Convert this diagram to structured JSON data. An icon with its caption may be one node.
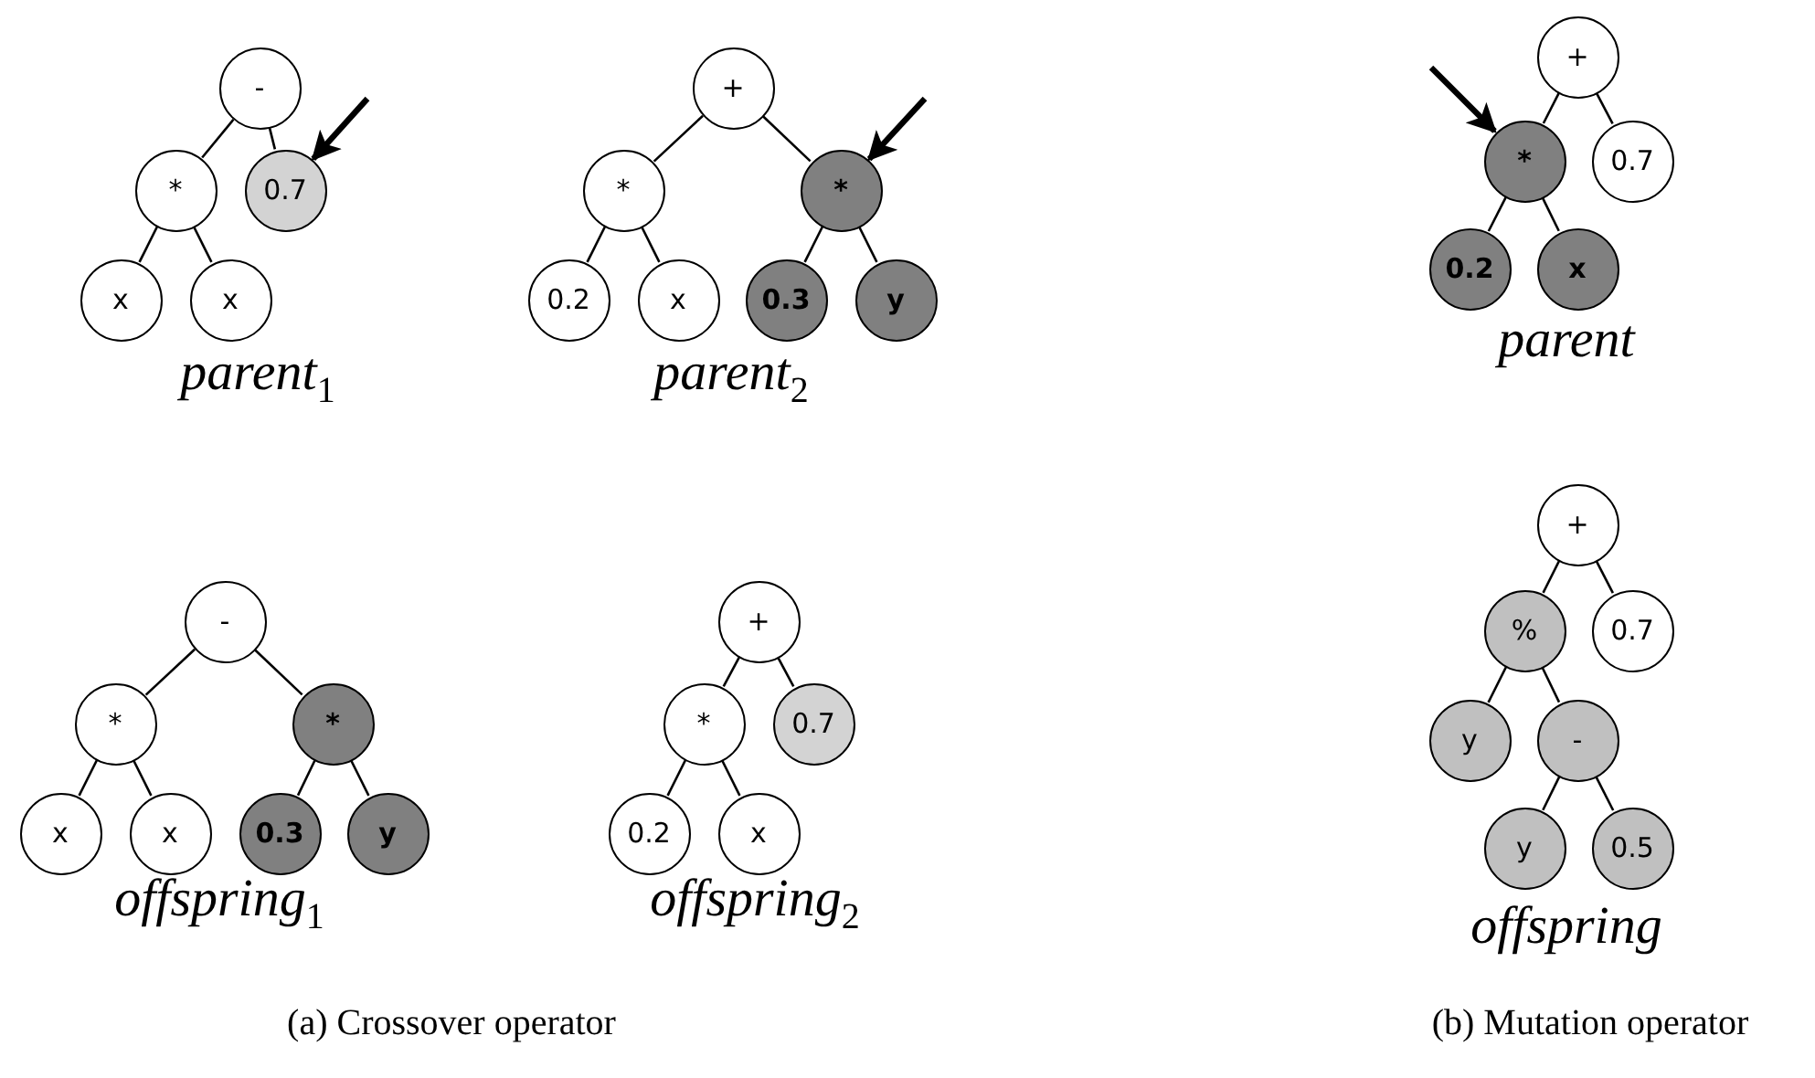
{
  "diagram": {
    "nodes": [
      {
        "text": [
          "-"
        ]
      },
      {
        "text": [
          "*"
        ]
      },
      {
        "text": [
          "0.7"
        ]
      },
      {
        "text": [
          "x"
        ]
      },
      {
        "text": [
          "x"
        ]
      },
      {
        "text": [
          "+"
        ]
      },
      {
        "text": [
          "*"
        ]
      },
      {
        "text": [
          "*"
        ]
      },
      {
        "text": [
          "0.2"
        ]
      },
      {
        "text": [
          "x"
        ]
      },
      {
        "text": [
          "0.3"
        ]
      },
      {
        "text": [
          "y"
        ]
      },
      {
        "text": [
          "-"
        ]
      },
      {
        "text": [
          "*"
        ]
      },
      {
        "text": [
          "*"
        ]
      },
      {
        "text": [
          "x"
        ]
      },
      {
        "text": [
          "x"
        ]
      },
      {
        "text": [
          "0.3"
        ]
      },
      {
        "text": [
          "y"
        ]
      },
      {
        "text": [
          "+"
        ]
      },
      {
        "text": [
          "*"
        ]
      },
      {
        "text": [
          "0.7"
        ]
      },
      {
        "text": [
          "0.2"
        ]
      },
      {
        "text": [
          "x"
        ]
      },
      {
        "text": [
          "+"
        ]
      },
      {
        "text": [
          "*"
        ]
      },
      {
        "text": [
          "0.7"
        ]
      },
      {
        "text": [
          "0.2"
        ]
      },
      {
        "text": [
          "x"
        ]
      },
      {
        "text": [
          "+"
        ]
      },
      {
        "text": [
          "%"
        ]
      },
      {
        "text": [
          "0.7"
        ]
      },
      {
        "text": [
          "y"
        ]
      },
      {
        "text": [
          "-"
        ]
      },
      {
        "text": [
          "y"
        ]
      },
      {
        "text": [
          "0.5"
        ]
      }
    ],
    "edges": [
      {
        "from": 0,
        "to": 1,
        "arrow": "none"
      },
      {
        "from": 0,
        "to": 2,
        "arrow": "none"
      },
      {
        "from": 1,
        "to": 3,
        "arrow": "none"
      },
      {
        "from": 1,
        "to": 4,
        "arrow": "none"
      },
      {
        "from": null,
        "to": 2,
        "arrow": "to",
        "style": "thick"
      },
      {
        "from": 5,
        "to": 6,
        "arrow": "none"
      },
      {
        "from": 5,
        "to": 7,
        "arrow": "none"
      },
      {
        "from": 6,
        "to": 8,
        "arrow": "none"
      },
      {
        "from": 6,
        "to": 9,
        "arrow": "none"
      },
      {
        "from": 7,
        "to": 10,
        "arrow": "none"
      },
      {
        "from": 7,
        "to": 11,
        "arrow": "none"
      },
      {
        "from": null,
        "to": 7,
        "arrow": "to",
        "style": "thick"
      },
      {
        "from": 12,
        "to": 13,
        "arrow": "none"
      },
      {
        "from": 12,
        "to": 14,
        "arrow": "none"
      },
      {
        "from": 13,
        "to": 15,
        "arrow": "none"
      },
      {
        "from": 13,
        "to": 16,
        "arrow": "none"
      },
      {
        "from": 14,
        "to": 17,
        "arrow": "none"
      },
      {
        "from": 14,
        "to": 18,
        "arrow": "none"
      },
      {
        "from": 19,
        "to": 20,
        "arrow": "none"
      },
      {
        "from": 19,
        "to": 21,
        "arrow": "none"
      },
      {
        "from": 20,
        "to": 22,
        "arrow": "none"
      },
      {
        "from": 20,
        "to": 23,
        "arrow": "none"
      },
      {
        "from": 24,
        "to": 25,
        "arrow": "none"
      },
      {
        "from": 24,
        "to": 26,
        "arrow": "none"
      },
      {
        "from": 25,
        "to": 27,
        "arrow": "none"
      },
      {
        "from": 25,
        "to": 28,
        "arrow": "none"
      },
      {
        "from": null,
        "to": 25,
        "arrow": "to",
        "style": "thick"
      },
      {
        "from": 29,
        "to": 30,
        "arrow": "none"
      },
      {
        "from": 29,
        "to": 31,
        "arrow": "none"
      },
      {
        "from": 30,
        "to": 32,
        "arrow": "none"
      },
      {
        "from": 30,
        "to": 33,
        "arrow": "none"
      },
      {
        "from": 33,
        "to": 34,
        "arrow": "none"
      },
      {
        "from": 33,
        "to": 35,
        "arrow": "none"
      }
    ],
    "labels": [
      "parent$_{1}$",
      "parent$_{2}$",
      "parent",
      "offspring$_{1}$",
      "offspring$_{2}$",
      "offspring",
      "(a) Crossover operator",
      "(b) Mutation operator"
    ]
  }
}
